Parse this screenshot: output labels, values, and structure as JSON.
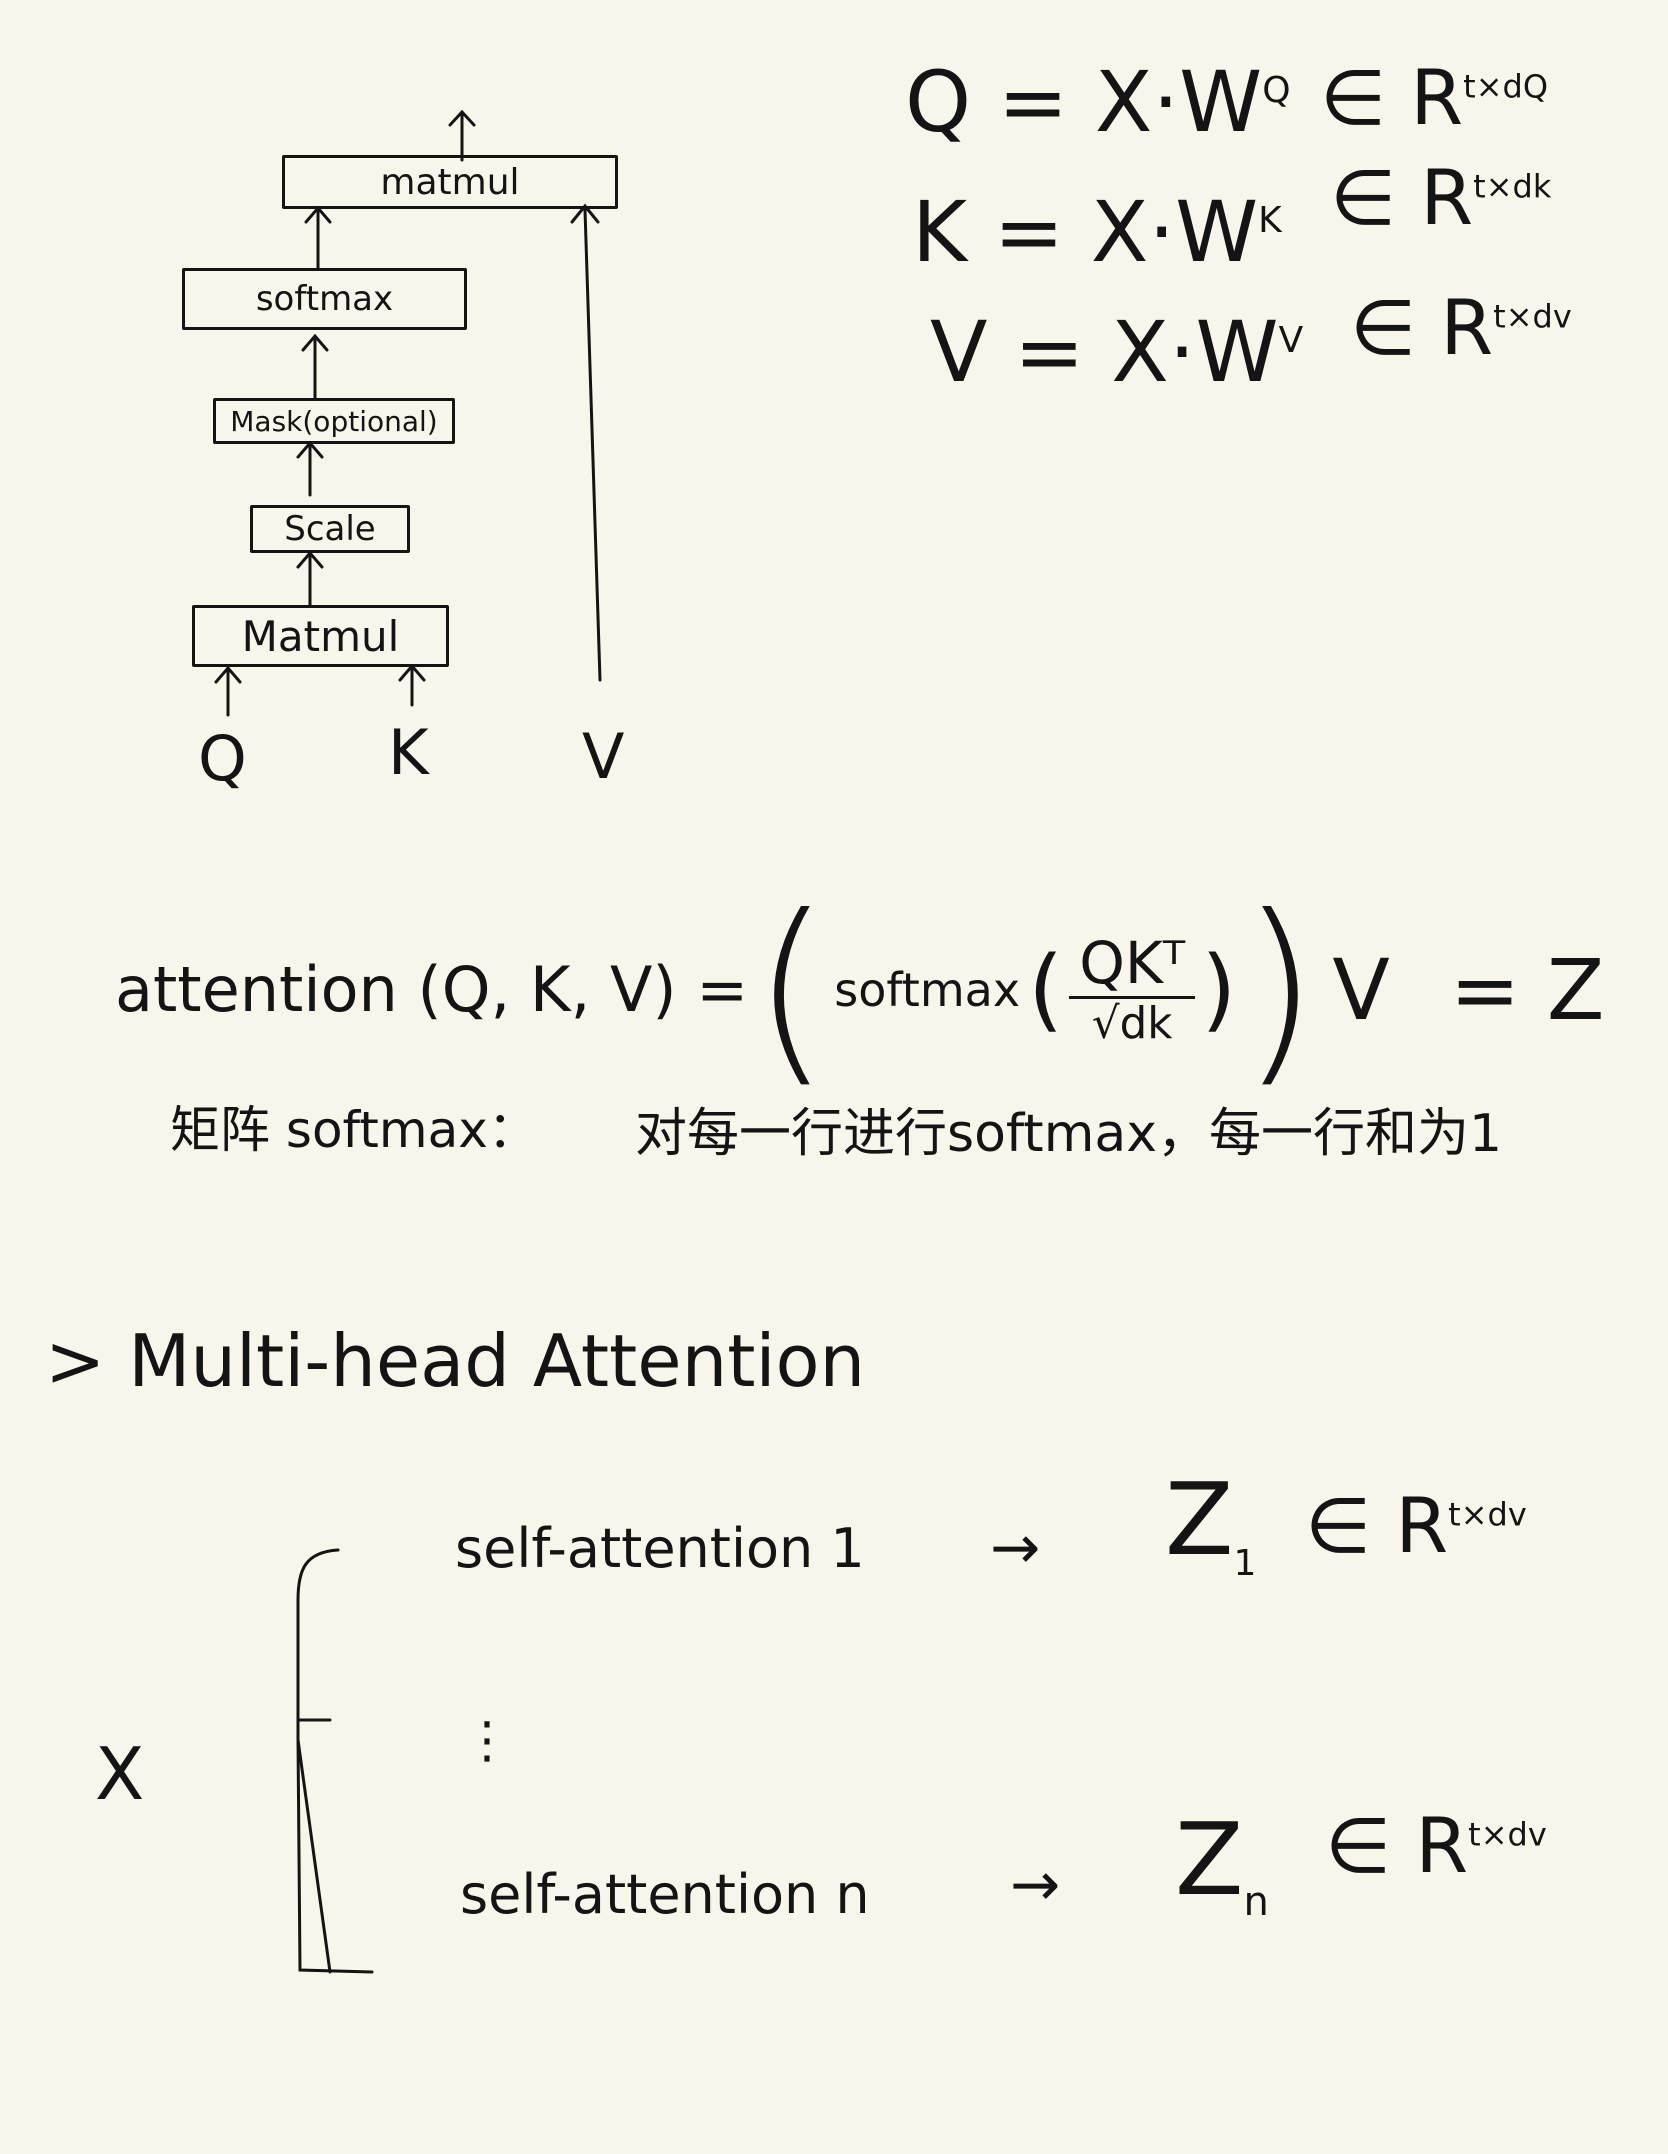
{
  "diagram": {
    "box_matmul_top": "matmul",
    "box_softmax": "softmax",
    "box_mask": "Mask(optional)",
    "box_scale": "Scale",
    "box_matmul_bottom": "Matmul",
    "input_q": "Q",
    "input_k": "K",
    "input_v": "V"
  },
  "equations": {
    "q_lhs": "Q = X·W",
    "q_sup": "Q",
    "q_in": "∈ R",
    "q_dim": "t×dQ",
    "k_lhs": "K = X·W",
    "k_sup": "K",
    "k_in": "∈ R",
    "k_dim": "t×dk",
    "v_lhs": "V = X·W",
    "v_sup": "V",
    "v_in": "∈ R",
    "v_dim": "t×dv"
  },
  "attention_formula": {
    "lhs": "attention (Q, K, V) =",
    "softmax": "softmax",
    "numerator": "QKᵀ",
    "denominator": "√dk",
    "times_v": "V",
    "equals_z": "= Z"
  },
  "softmax_note": {
    "label": "矩阵 softmax：",
    "text": "对每一行进行softmax，每一行和为1"
  },
  "multihead": {
    "heading": "> Multi-head  Attention",
    "x_label": "X",
    "head1_label": "self-attention 1",
    "head1_arrow": "→",
    "head1_out": "Z",
    "head1_sub": "1",
    "head1_in": "∈ R",
    "head1_dim": "t×dv",
    "ellipsis": "⋮",
    "headn_label": "self-attention  n",
    "headn_arrow": "→",
    "headn_out": "Z",
    "headn_sub": "n",
    "headn_in": "∈ R",
    "headn_dim": "t×dv"
  }
}
